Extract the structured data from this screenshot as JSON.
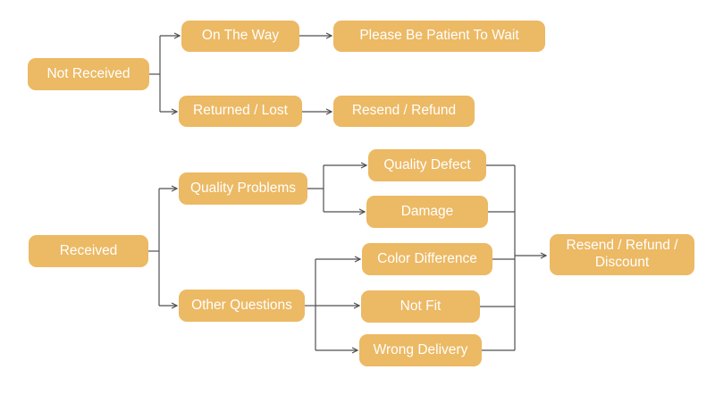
{
  "diagram": {
    "type": "flowchart",
    "background_color": "#ffffff",
    "node_fill_color": "#ecb964",
    "node_text_color": "#ffffff",
    "line_color": "#4f4f4f",
    "nodes": [
      {
        "id": "not-received",
        "label": "Not Received"
      },
      {
        "id": "on-the-way",
        "label": "On The Way"
      },
      {
        "id": "please-be-patient",
        "label": "Please Be Patient To Wait"
      },
      {
        "id": "returned-lost",
        "label": "Returned / Lost"
      },
      {
        "id": "resend-refund",
        "label": "Resend / Refund"
      },
      {
        "id": "received",
        "label": "Received"
      },
      {
        "id": "quality-problems",
        "label": "Quality Problems"
      },
      {
        "id": "other-questions",
        "label": "Other Questions"
      },
      {
        "id": "quality-defect",
        "label": "Quality Defect"
      },
      {
        "id": "damage",
        "label": "Damage"
      },
      {
        "id": "color-difference",
        "label": "Color Difference"
      },
      {
        "id": "not-fit",
        "label": "Not Fit"
      },
      {
        "id": "wrong-delivery",
        "label": "Wrong Delivery"
      },
      {
        "id": "resend-refund-discount",
        "label": "Resend / Refund / Discount"
      }
    ],
    "edges": [
      {
        "from": "not-received",
        "to": "on-the-way"
      },
      {
        "from": "not-received",
        "to": "returned-lost"
      },
      {
        "from": "on-the-way",
        "to": "please-be-patient"
      },
      {
        "from": "returned-lost",
        "to": "resend-refund"
      },
      {
        "from": "received",
        "to": "quality-problems"
      },
      {
        "from": "received",
        "to": "other-questions"
      },
      {
        "from": "quality-problems",
        "to": "quality-defect"
      },
      {
        "from": "quality-problems",
        "to": "damage"
      },
      {
        "from": "other-questions",
        "to": "color-difference"
      },
      {
        "from": "other-questions",
        "to": "not-fit"
      },
      {
        "from": "other-questions",
        "to": "wrong-delivery"
      },
      {
        "from": "quality-defect",
        "to": "resend-refund-discount"
      },
      {
        "from": "damage",
        "to": "resend-refund-discount"
      },
      {
        "from": "color-difference",
        "to": "resend-refund-discount"
      },
      {
        "from": "not-fit",
        "to": "resend-refund-discount"
      },
      {
        "from": "wrong-delivery",
        "to": "resend-refund-discount"
      }
    ]
  }
}
